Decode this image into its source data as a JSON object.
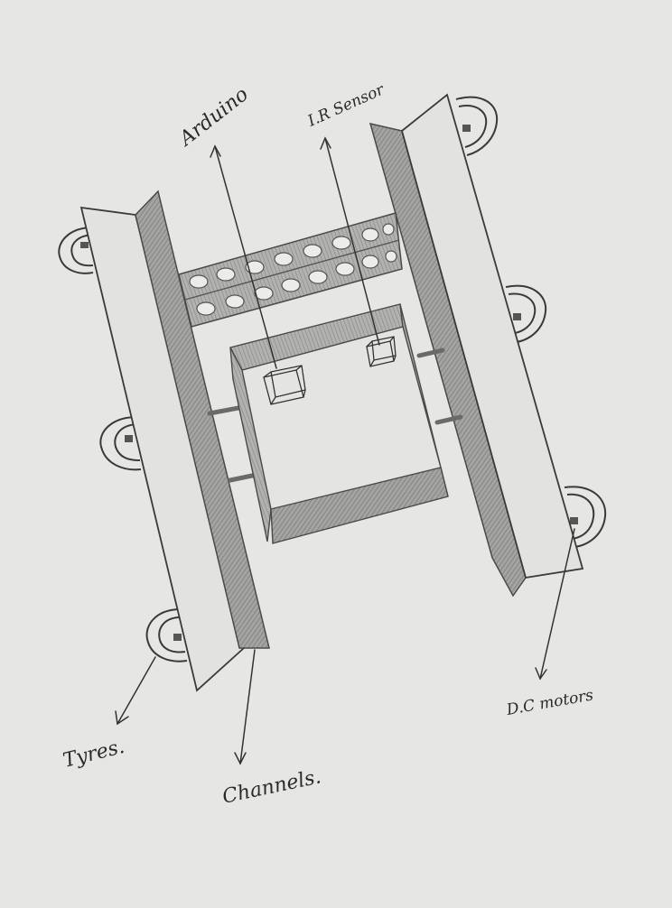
{
  "labels": {
    "arduino": "Arduino",
    "ir_sensor": "I.R Sensor",
    "tyres": "Tyres.",
    "channels": "Channels.",
    "dc_motors": "D.C motors"
  },
  "colors": {
    "paper": "#e6e6e4",
    "pencil": "#3a3a3a",
    "shade_dark": "#8c8c8a",
    "shade_mid": "#a9a9a7",
    "plate": "#dedede"
  },
  "icons": {
    "wheel": "wheel-icon",
    "sensor": "cube-sensor-icon"
  }
}
